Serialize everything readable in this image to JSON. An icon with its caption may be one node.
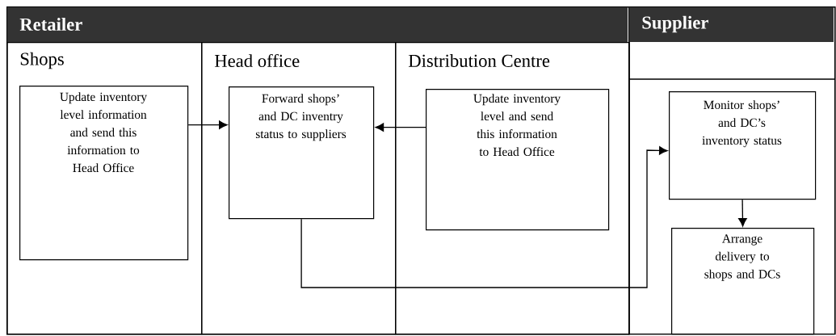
{
  "diagram": {
    "nodes": [
      {
        "text": [
          "Retailer"
        ]
      },
      {
        "text": [
          "Supplier"
        ]
      },
      {
        "text": [
          "Shops"
        ],
        "in": 0
      },
      {
        "text": [
          "Head office"
        ],
        "in": 0
      },
      {
        "text": [
          "Distribution Centre"
        ],
        "in": 0
      },
      {
        "text": [
          "Update inventory level information and send this information to Head Office"
        ],
        "in": 2
      },
      {
        "text": [
          "Forward shops’ and DC inventry status to suppliers"
        ],
        "in": 3
      },
      {
        "text": [
          "Update inventory level and send this information to Head Office"
        ],
        "in": 4
      },
      {
        "text": [
          "Monitor shops’ and DC’s inventory status"
        ],
        "in": 1
      },
      {
        "text": [
          "Arrange delivery to shops and DCs"
        ],
        "in": 1
      }
    ],
    "edges": [
      {
        "from": 5,
        "to": 6,
        "arrow": "to"
      },
      {
        "from": 7,
        "to": 6,
        "arrow": "to"
      },
      {
        "from": 6,
        "to": 8,
        "arrow": "to"
      },
      {
        "from": 8,
        "to": 9,
        "arrow": "to"
      }
    ]
  }
}
